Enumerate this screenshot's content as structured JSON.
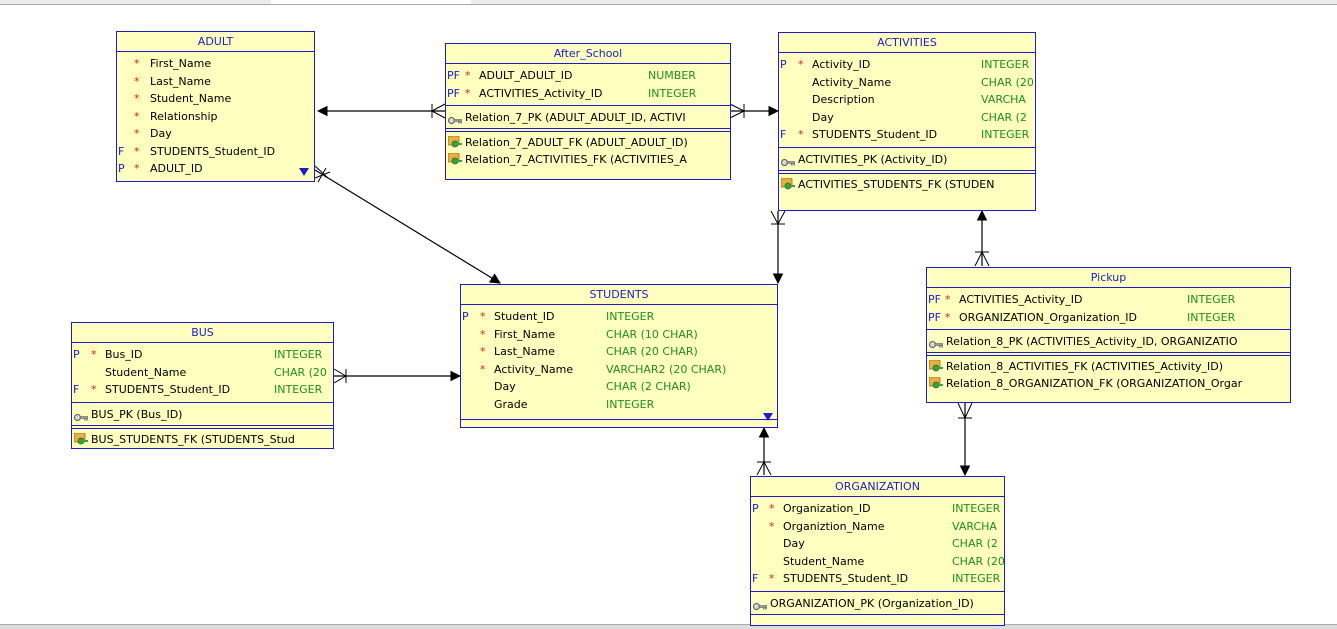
{
  "entities": {
    "adult": {
      "name": "ADULT",
      "columns": [
        {
          "flag": "",
          "mand": "*",
          "name": "First_Name",
          "type": ""
        },
        {
          "flag": "",
          "mand": "*",
          "name": "Last_Name",
          "type": ""
        },
        {
          "flag": "",
          "mand": "*",
          "name": "Student_Name",
          "type": ""
        },
        {
          "flag": "",
          "mand": "*",
          "name": "Relationship",
          "type": ""
        },
        {
          "flag": "",
          "mand": "*",
          "name": "Day",
          "type": ""
        },
        {
          "flag": "F",
          "mand": "*",
          "name": "STUDENTS_Student_ID",
          "type": ""
        },
        {
          "flag": "P",
          "mand": "*",
          "name": "ADULT_ID",
          "type": ""
        }
      ],
      "pk": [],
      "fk": []
    },
    "after_school": {
      "name": "After_School",
      "columns": [
        {
          "flag": "PF",
          "mand": "*",
          "name": "ADULT_ADULT_ID",
          "type": "NUMBER"
        },
        {
          "flag": "PF",
          "mand": "*",
          "name": "ACTIVITIES_Activity_ID",
          "type": "INTEGER"
        }
      ],
      "pk": [
        "Relation_7_PK (ADULT_ADULT_ID, ACTIVI"
      ],
      "fk": [
        "Relation_7_ADULT_FK (ADULT_ADULT_ID)",
        "Relation_7_ACTIVITIES_FK (ACTIVITIES_A"
      ]
    },
    "activities": {
      "name": "ACTIVITIES",
      "columns": [
        {
          "flag": "P",
          "mand": "*",
          "name": "Activity_ID",
          "type": "INTEGER"
        },
        {
          "flag": "",
          "mand": "",
          "name": "Activity_Name",
          "type": "CHAR (20"
        },
        {
          "flag": "",
          "mand": "",
          "name": "Description",
          "type": "VARCHA"
        },
        {
          "flag": "",
          "mand": "",
          "name": "Day",
          "type": "CHAR (2"
        },
        {
          "flag": "F",
          "mand": "*",
          "name": "STUDENTS_Student_ID",
          "type": "INTEGER"
        }
      ],
      "pk": [
        "ACTIVITIES_PK (Activity_ID)"
      ],
      "fk": [
        "ACTIVITIES_STUDENTS_FK (STUDEN"
      ]
    },
    "students": {
      "name": "STUDENTS",
      "columns": [
        {
          "flag": "P",
          "mand": "*",
          "name": "Student_ID",
          "type": "INTEGER"
        },
        {
          "flag": "",
          "mand": "*",
          "name": "First_Name",
          "type": "CHAR (10 CHAR)"
        },
        {
          "flag": "",
          "mand": "*",
          "name": "Last_Name",
          "type": "CHAR (20 CHAR)"
        },
        {
          "flag": "",
          "mand": "*",
          "name": "Activity_Name",
          "type": "VARCHAR2 (20 CHAR)"
        },
        {
          "flag": "",
          "mand": "",
          "name": "Day",
          "type": "CHAR (2 CHAR)"
        },
        {
          "flag": "",
          "mand": "",
          "name": "Grade",
          "type": "INTEGER"
        }
      ],
      "pk": [],
      "fk": []
    },
    "bus": {
      "name": "BUS",
      "columns": [
        {
          "flag": "P",
          "mand": "*",
          "name": "Bus_ID",
          "type": "INTEGER"
        },
        {
          "flag": "",
          "mand": "",
          "name": "Student_Name",
          "type": "CHAR (20"
        },
        {
          "flag": "F",
          "mand": "*",
          "name": "STUDENTS_Student_ID",
          "type": "INTEGER"
        }
      ],
      "pk": [
        "BUS_PK (Bus_ID)"
      ],
      "fk": [
        "BUS_STUDENTS_FK (STUDENTS_Stud"
      ]
    },
    "pickup": {
      "name": "Pickup",
      "columns": [
        {
          "flag": "PF",
          "mand": "*",
          "name": "ACTIVITIES_Activity_ID",
          "type": "INTEGER"
        },
        {
          "flag": "PF",
          "mand": "*",
          "name": "ORGANIZATION_Organization_ID",
          "type": "INTEGER"
        }
      ],
      "pk": [
        "Relation_8_PK (ACTIVITIES_Activity_ID, ORGANIZATIO"
      ],
      "fk": [
        "Relation_8_ACTIVITIES_FK (ACTIVITIES_Activity_ID)",
        "Relation_8_ORGANIZATION_FK (ORGANIZATION_Orgar"
      ]
    },
    "organization": {
      "name": "ORGANIZATION",
      "columns": [
        {
          "flag": "P",
          "mand": "*",
          "name": "Organization_ID",
          "type": "INTEGER"
        },
        {
          "flag": "",
          "mand": "*",
          "name": "Organiztion_Name",
          "type": "VARCHA"
        },
        {
          "flag": "",
          "mand": "",
          "name": "Day",
          "type": "CHAR (2"
        },
        {
          "flag": "",
          "mand": "",
          "name": "Student_Name",
          "type": "CHAR (20"
        },
        {
          "flag": "F",
          "mand": "*",
          "name": "STUDENTS_Student_ID",
          "type": "INTEGER"
        }
      ],
      "pk": [
        "ORGANIZATION_PK (Organization_ID)"
      ],
      "fk": []
    }
  },
  "colors": {
    "border": "#1c1cc8",
    "fill": "#ffffc0",
    "type_text": "#1f8f1f",
    "mandatory_star": "#e02020",
    "line": "#000000"
  },
  "icons": {
    "pk_icon": "key-icon",
    "fk_icon": "foreign-key-icon",
    "scroll_more": "down-triangle-icon"
  }
}
